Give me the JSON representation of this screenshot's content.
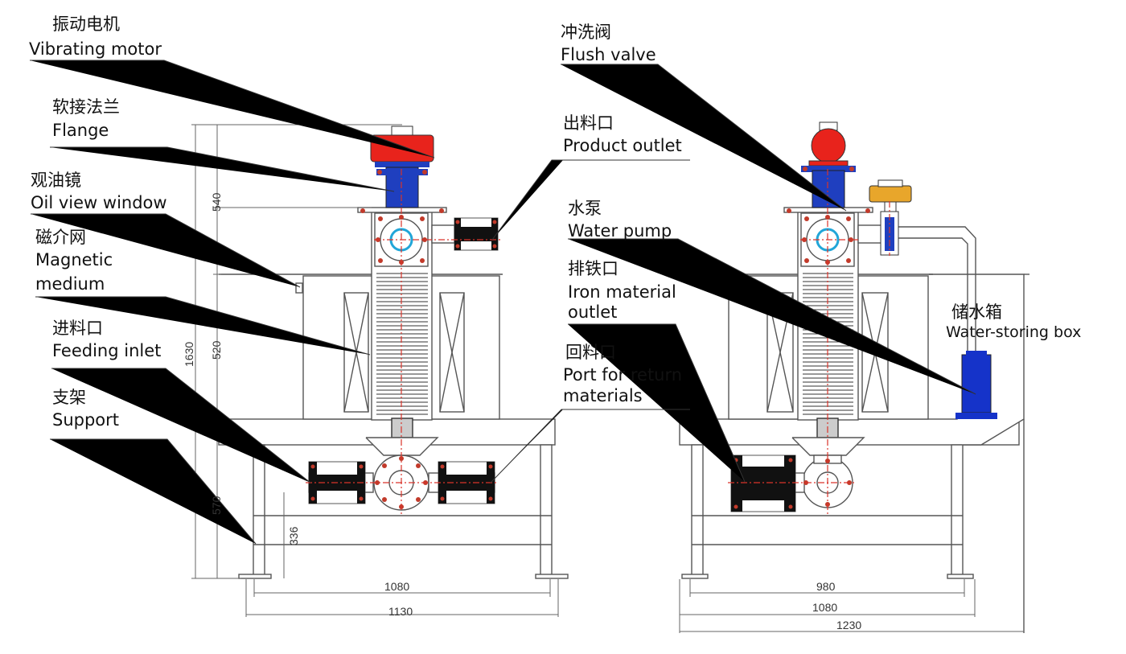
{
  "left_labels": [
    {
      "id": "vibrating-motor",
      "cn": "振动电机",
      "en": "Vibrating motor"
    },
    {
      "id": "flange",
      "cn": "软接法兰",
      "en": "Flange"
    },
    {
      "id": "oil-view-window",
      "cn": "观油镜",
      "en": "Oil view window"
    },
    {
      "id": "magnetic-medium",
      "cn": "磁介网",
      "en": "Magnetic",
      "en2": "medium"
    },
    {
      "id": "feeding-inlet",
      "cn": "进料口",
      "en": "Feeding inlet"
    },
    {
      "id": "support",
      "cn": "支架",
      "en": "Support"
    }
  ],
  "middle_labels": [
    {
      "id": "product-outlet",
      "cn": "出料口",
      "en": "Product outlet"
    },
    {
      "id": "water-pump",
      "cn": "水泵",
      "en": "Water pump"
    },
    {
      "id": "iron-outlet",
      "cn": "排铁口",
      "en": "Iron material",
      "en2": "outlet"
    },
    {
      "id": "return-port",
      "cn": "回料口",
      "en": "Port for return",
      "en2": "materials"
    }
  ],
  "right_labels": [
    {
      "id": "flush-valve",
      "cn": "冲洗阀",
      "en": "Flush valve"
    },
    {
      "id": "water-box",
      "cn": "储水箱",
      "en": "Water-storing box"
    }
  ],
  "dimensions": {
    "left_vertical": [
      "540",
      "520",
      "570",
      "336",
      "1630"
    ],
    "left_horizontal": [
      "1080",
      "1130"
    ],
    "right_horizontal": [
      "980",
      "1080",
      "1230"
    ]
  },
  "colors": {
    "motor": "#e8231c",
    "flange": "#1f3fbf",
    "flange_bolt": "#c23a2a",
    "centerline": "#d9332a",
    "window_ring": "#22a6d8",
    "line": "#555555",
    "black_flange": "#111111",
    "valve": "#e8a62b",
    "pump": "#1533c9"
  }
}
